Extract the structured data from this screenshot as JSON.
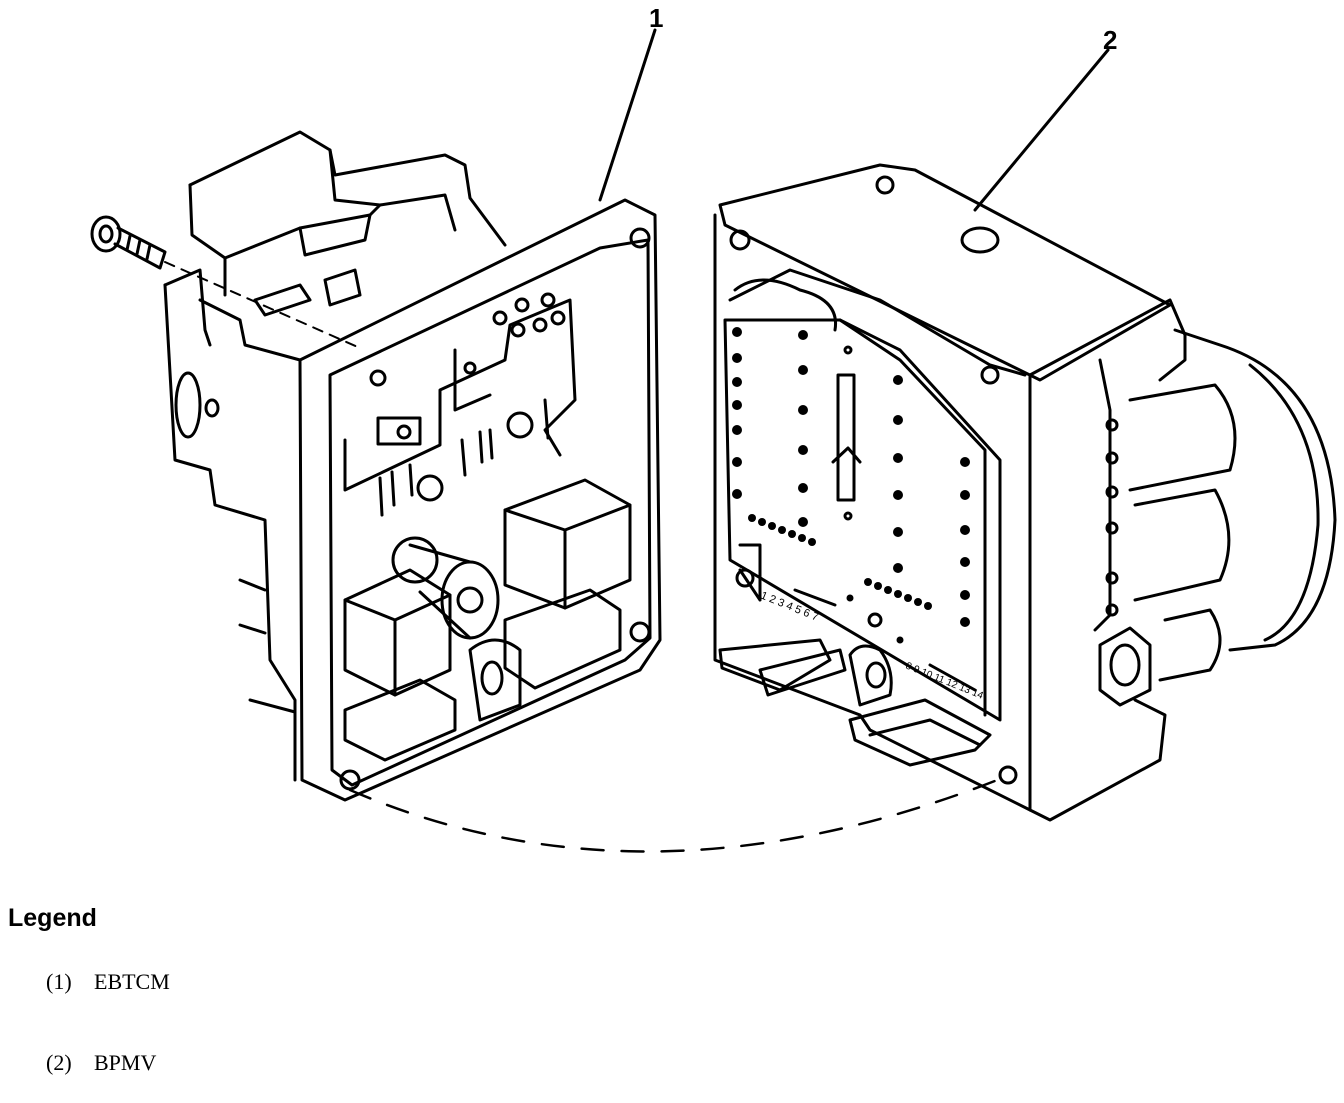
{
  "callouts": {
    "one": "1",
    "two": "2"
  },
  "board_labels": {
    "left_pins": "1 2 3 4 5 6 7",
    "right_pins": "8 9 10 11 12 13 14"
  },
  "legend": {
    "title": "Legend",
    "items": [
      {
        "number": "(1)",
        "label": "EBTCM"
      },
      {
        "number": "(2)",
        "label": "BPMV"
      }
    ]
  }
}
